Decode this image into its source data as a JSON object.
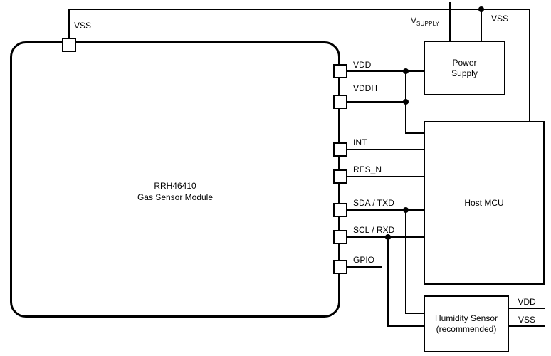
{
  "module": {
    "name_line1": "RRH46410",
    "name_line2": "Gas Sensor Module"
  },
  "pins": {
    "vss": "VSS",
    "vdd": "VDD",
    "vddh": "VDDH",
    "int": "INT",
    "res_n": "RES_N",
    "sda_txd": "SDA / TXD",
    "scl_rxd": "SCL / RXD",
    "gpio": "GPIO"
  },
  "blocks": {
    "power_supply": {
      "line1": "Power",
      "line2": "Supply"
    },
    "host_mcu": {
      "label": "Host MCU"
    },
    "humidity_sensor": {
      "line1": "Humidity Sensor",
      "line2": "(recommended)",
      "vdd_label": "VDD",
      "vss_label": "VSS"
    }
  },
  "nets": {
    "vsupply_main": "V",
    "vsupply_sub": "SUPPLY",
    "vss_rail": "VSS"
  },
  "colors": {
    "line": "#000000",
    "background": "#ffffff",
    "text": "#000000"
  }
}
